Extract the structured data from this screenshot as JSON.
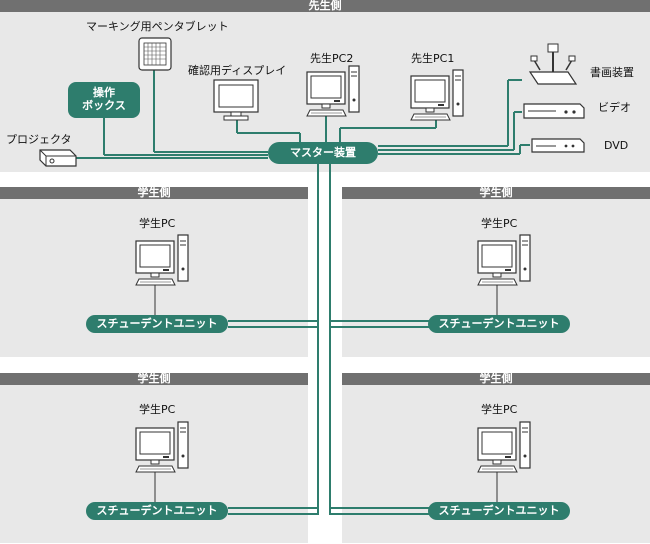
{
  "teacher_area": {
    "header": "先生側",
    "tablet_label": "マーキング用ペンタブレット",
    "display_label": "確認用ディスプレイ",
    "pc2_label": "先生PC2",
    "pc1_label": "先生PC1",
    "control_box_line1": "操作",
    "control_box_line2": "ボックス",
    "projector_label": "プロジェクタ",
    "document_camera_label": "書画装置",
    "video_label": "ビデオ",
    "dvd_label": "DVD",
    "master_unit_label": "マスター装置"
  },
  "student_areas": [
    {
      "header": "学生側",
      "pc_label": "学生PC",
      "unit_label": "スチューデントユニット"
    },
    {
      "header": "学生側",
      "pc_label": "学生PC",
      "unit_label": "スチューデントユニット"
    },
    {
      "header": "学生側",
      "pc_label": "学生PC",
      "unit_label": "スチューデントユニット"
    },
    {
      "header": "学生側",
      "pc_label": "学生PC",
      "unit_label": "スチューデントユニット"
    }
  ],
  "colors": {
    "panel": "#e8e8e8",
    "header": "#707070",
    "teal": "#2e7d6d",
    "device_fill": "#ffffff",
    "device_stroke": "#333333"
  }
}
